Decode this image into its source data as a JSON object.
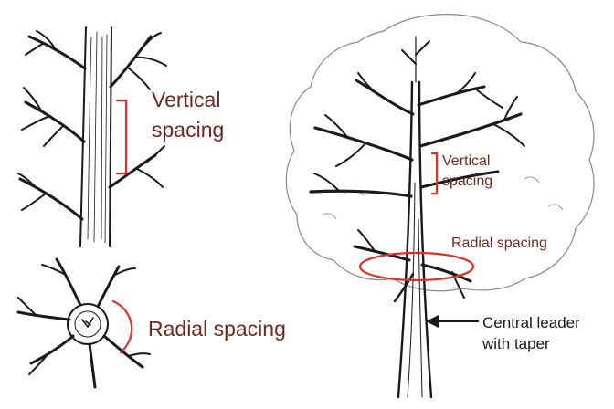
{
  "top_left_panel": {
    "label_line1": "Vertical",
    "label_line2": "spacing"
  },
  "bottom_left_panel": {
    "label": "Radial spacing"
  },
  "tree_panel": {
    "vertical_label_line1": "Vertical",
    "vertical_label_line2": "spacing",
    "radial_label": "Radial spacing",
    "leader_label_line1": "Central leader",
    "leader_label_line2": "with taper"
  },
  "colors": {
    "label_text": "#6b2a22",
    "annotation_mark": "#d8322c",
    "ink": "#1a1a1a"
  }
}
